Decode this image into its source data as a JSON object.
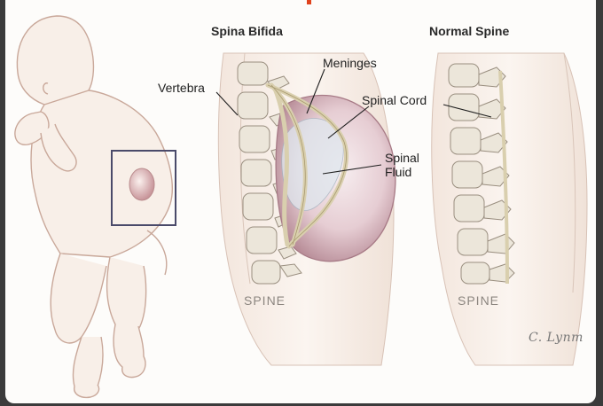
{
  "titles": {
    "spina_bifida": "Spina Bifida",
    "normal_spine": "Normal Spine"
  },
  "labels": {
    "vertebra": "Vertebra",
    "meninges": "Meninges",
    "spinal_cord": "Spinal Cord",
    "spinal_fluid_line1": "Spinal",
    "spinal_fluid_line2": "Fluid"
  },
  "spine_labels": {
    "left": "SPINE",
    "right": "SPINE"
  },
  "signature": "C. Lynm",
  "colors": {
    "skin_outline": "#c9a89a",
    "skin_fill": "#f6ebe3",
    "sac": "#c9a9b0",
    "bone": "#e8e2d6",
    "frame": "#4a4a6a",
    "background_strip": "#3b3b3b",
    "accent_mark": "#e0421c"
  }
}
